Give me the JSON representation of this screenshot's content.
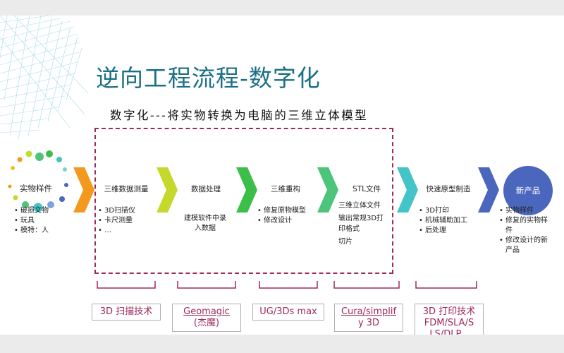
{
  "slide": {
    "title": "逆向工程流程-数字化",
    "subtitle": "数字化---将实物转换为电脑的三维立体模型"
  },
  "colors": {
    "title": "#1b6f86",
    "dash_border": "#a0285a",
    "tech_text": "#a0285a",
    "chevron_orange": "#f39a1e",
    "chevron_yellowgreen": "#c5d82c",
    "chevron_green": "#3bbf48",
    "chevron_greenteal": "#4cc47a",
    "chevron_teal": "#43c4c8",
    "chevron_blue": "#4b66bd",
    "product_circle": "#4b66bd"
  },
  "flow": {
    "start_label": "实物样件",
    "stages": [
      "三维数据测量",
      "数据处理",
      "三维重构",
      "STL文件",
      "快速原型制造"
    ],
    "end_label": "新产品"
  },
  "details": {
    "start_items": [
      "破损文物",
      "玩具",
      "模特：人"
    ],
    "measure_items": [
      "3D扫描仪",
      "卡尺测量",
      "…"
    ],
    "processing_text": [
      "建模软件中录",
      "入数据"
    ],
    "reconstruct_items": [
      "修复原物模型",
      "修改设计"
    ],
    "stl_text": [
      "三维立体文件",
      "输出常规3D打",
      "印格式",
      "切片"
    ],
    "rp_items": [
      "3D打印",
      "机械辅助加工",
      "后处理"
    ],
    "product_items": [
      "实物样件",
      "修复的实物样",
      "件",
      "修改设计的新",
      "产品"
    ]
  },
  "tech": {
    "scan": "3D 扫描技术",
    "geomagic_1": "Geomagic",
    "geomagic_2": "(杰魔)",
    "ug": "UG/3Ds max",
    "cura_1": "Cura/simplif",
    "cura_2": "y 3D",
    "print_1": "3D 打印技术",
    "print_2": "FDM/SLA/S",
    "print_3": "LS/DLP..."
  }
}
